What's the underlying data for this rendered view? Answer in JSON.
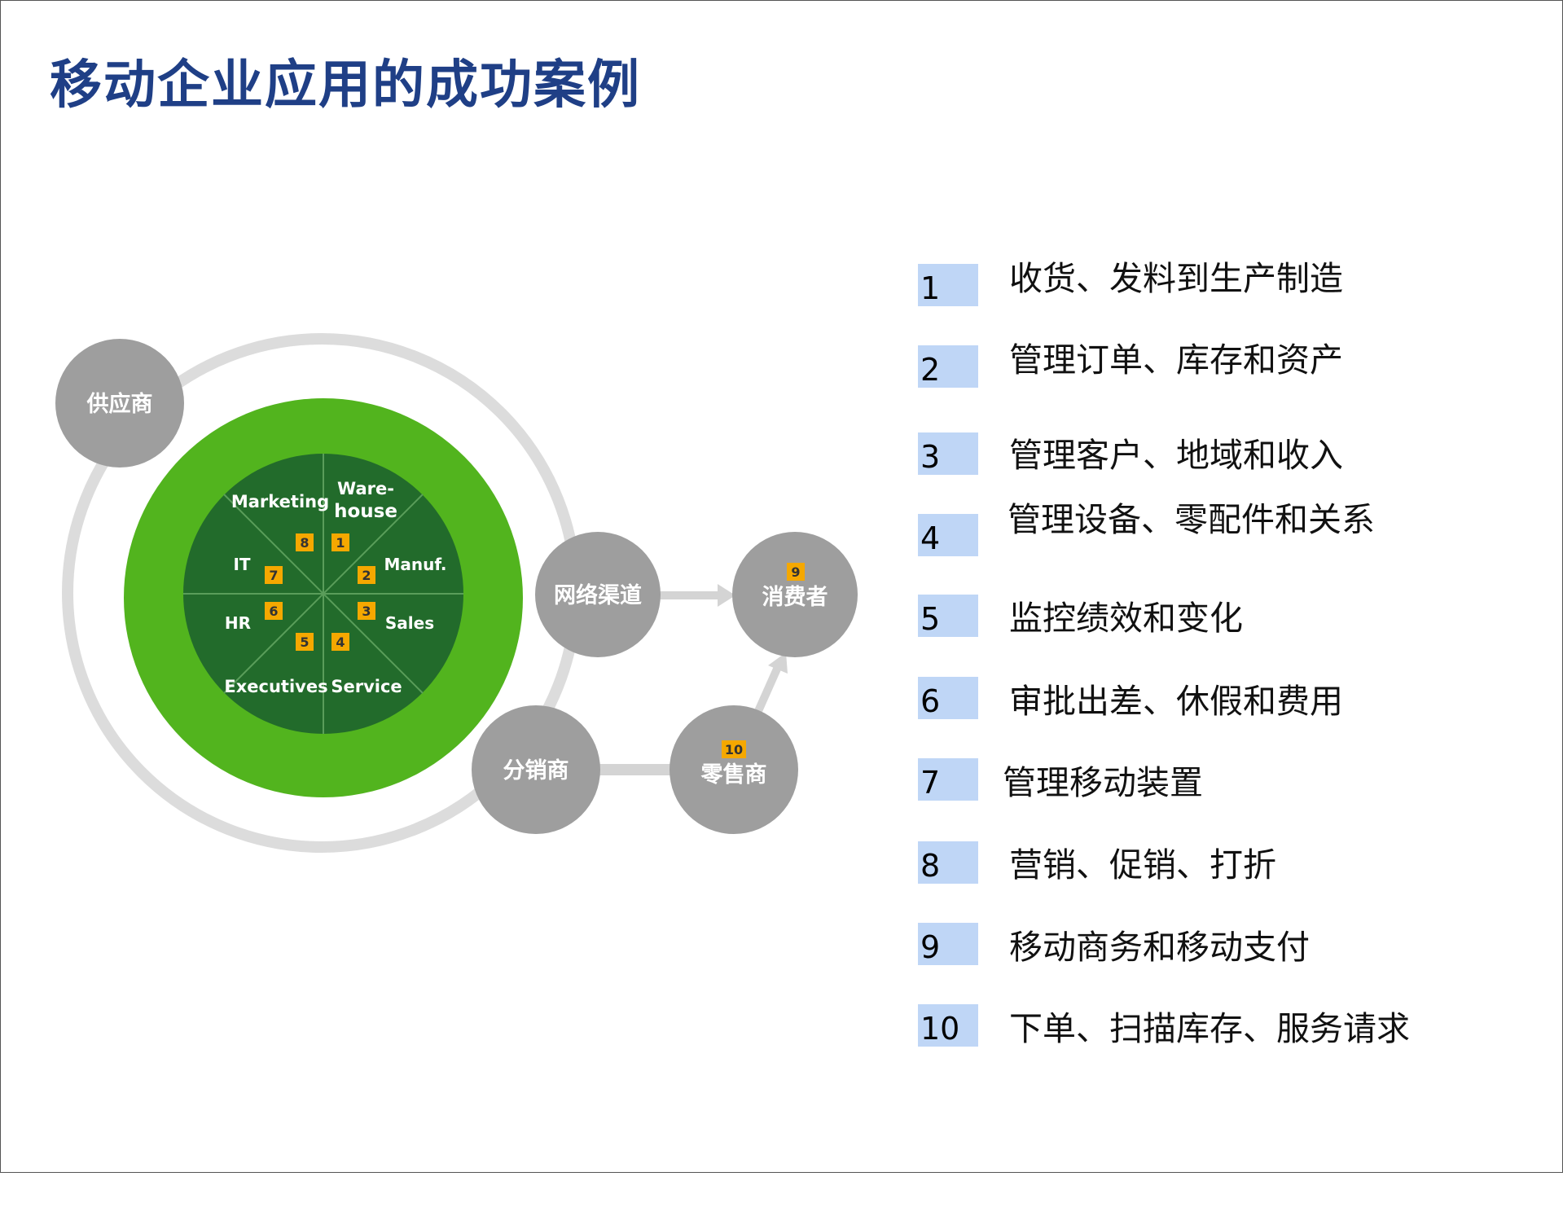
{
  "title": "移动企业应用的成功案例",
  "colors": {
    "title": "#1f3f86",
    "outer_green": "#52b41e",
    "inner_green": "#226b2b",
    "gray_node": "#9e9e9e",
    "ring": "#d9d9d9",
    "badge": "#f5a800",
    "legend_box": "#bfd6f6"
  },
  "diagram": {
    "nodes": {
      "supplier": "供应商",
      "network": "网络渠道",
      "consumer": "消费者",
      "distributor": "分销商",
      "retailer": "零售商"
    },
    "segments": {
      "marketing": "Marketing",
      "warehouse_1": "Ware-",
      "warehouse_2": "house",
      "it": "IT",
      "manuf": "Manuf.",
      "hr": "HR",
      "sales": "Sales",
      "executives": "Executives",
      "service": "Service"
    },
    "badges": {
      "b1": "1",
      "b2": "2",
      "b3": "3",
      "b4": "4",
      "b5": "5",
      "b6": "6",
      "b7": "7",
      "b8": "8",
      "b9": "9",
      "b10": "10"
    }
  },
  "legend": [
    {
      "num": "1",
      "text": "收货、发料到生产制造"
    },
    {
      "num": "2",
      "text": "管理订单、库存和资产"
    },
    {
      "num": "3",
      "text": "管理客户、地域和收入"
    },
    {
      "num": "4",
      "text": "管理设备、零配件和关系"
    },
    {
      "num": "5",
      "text": "监控绩效和变化"
    },
    {
      "num": "6",
      "text": "审批出差、休假和费用"
    },
    {
      "num": "7",
      "text": "管理移动装置"
    },
    {
      "num": "8",
      "text": "营销、促销、打折"
    },
    {
      "num": "9",
      "text": "移动商务和移动支付"
    },
    {
      "num": "10",
      "text": "下单、扫描库存、服务请求"
    }
  ]
}
